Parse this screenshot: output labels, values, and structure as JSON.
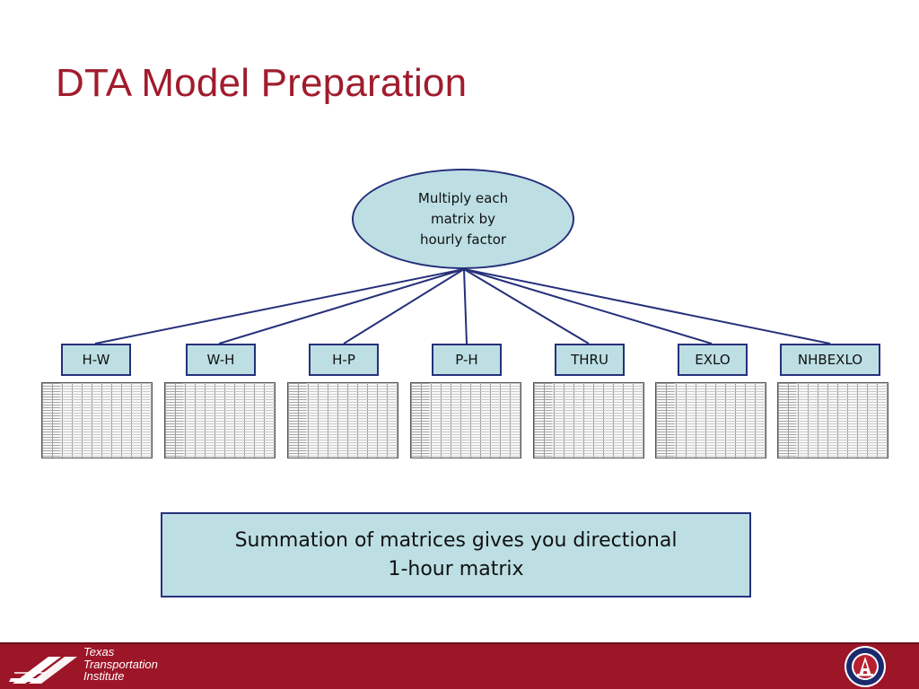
{
  "slide": {
    "title": "DTA Model Preparation"
  },
  "diagram": {
    "root": {
      "lines": [
        "Multiply each",
        "matrix by",
        "hourly factor"
      ]
    },
    "matrices": [
      {
        "label": "H-W"
      },
      {
        "label": "W-H"
      },
      {
        "label": "H-P"
      },
      {
        "label": "P-H"
      },
      {
        "label": "THRU"
      },
      {
        "label": "EXLO"
      },
      {
        "label": "NHBEXLO"
      }
    ],
    "summary": {
      "lines": [
        "Summation of matrices gives you directional",
        "1-hour matrix"
      ]
    }
  },
  "footer": {
    "logo_lines": [
      "Texas",
      "Transportation",
      "Institute"
    ]
  },
  "colors": {
    "title": "#a01c2d",
    "box_fill": "#bddfe4",
    "box_border": "#26307a",
    "footer_bar": "#9c1628"
  }
}
